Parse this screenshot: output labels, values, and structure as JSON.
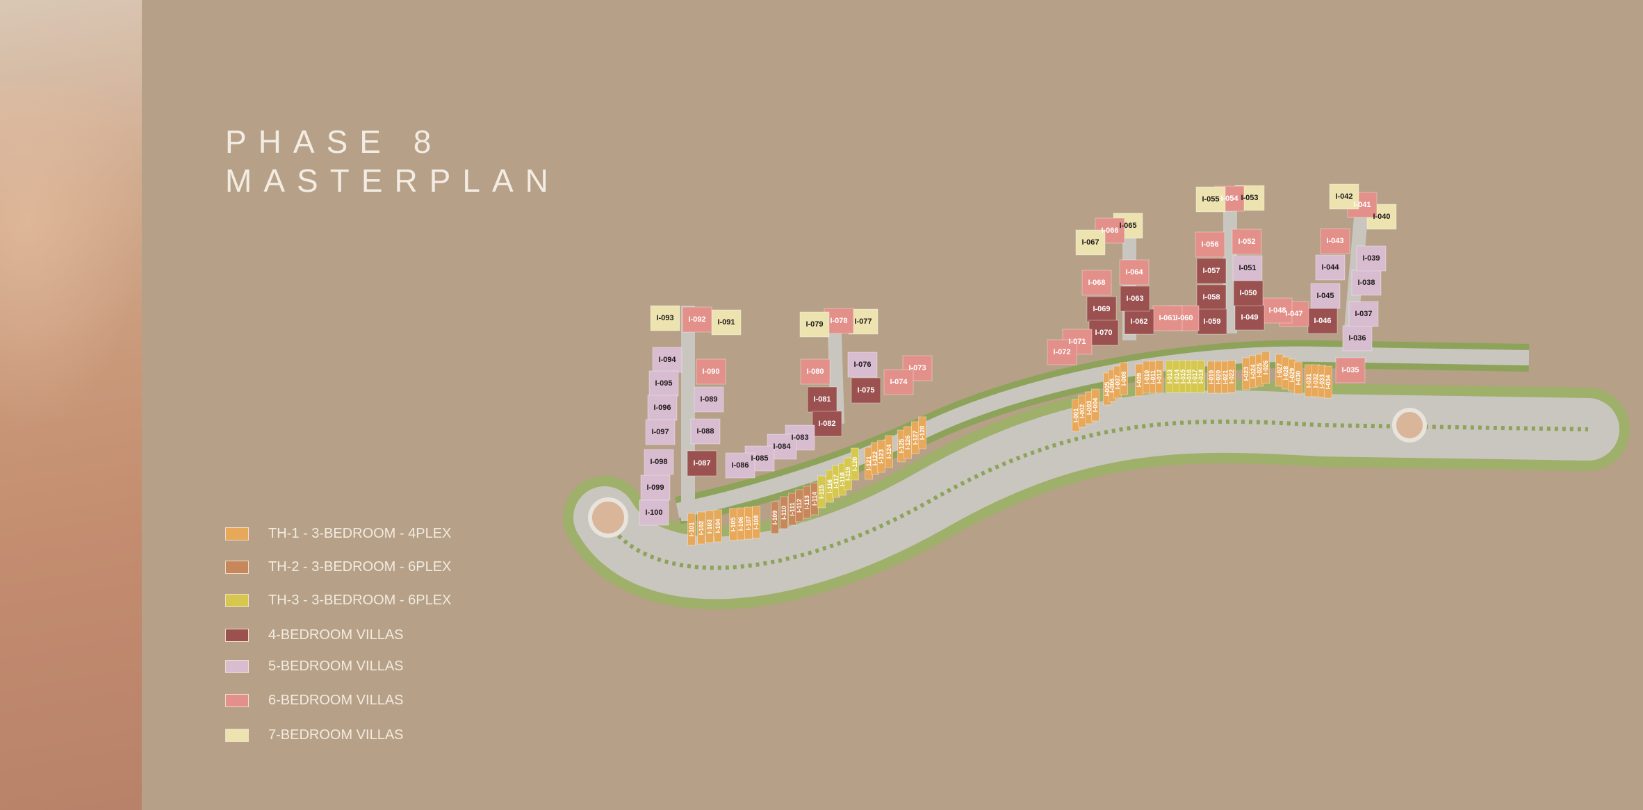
{
  "title": {
    "line1": "PHASE 8",
    "line2": "MASTERPLAN"
  },
  "legend": [
    {
      "key": "TH1",
      "label": "TH-1 - 3-BEDROOM - 4PLEX",
      "color": "#e8a85a"
    },
    {
      "key": "TH2",
      "label": "TH-2 - 3-BEDROOM - 6PLEX",
      "color": "#c8875a"
    },
    {
      "key": "TH3",
      "label": "TH-3 - 3-BEDROOM - 6PLEX",
      "color": "#d6c84e"
    },
    {
      "key": "V4",
      "label": "4-BEDROOM VILLAS",
      "color": "#9a5150"
    },
    {
      "key": "V5",
      "label": "5-BEDROOM VILLAS",
      "color": "#d8bccf"
    },
    {
      "key": "V6",
      "label": "6-BEDROOM VILLAS",
      "color": "#e3908a"
    },
    {
      "key": "V7",
      "label": "7-BEDROOM VILLAS",
      "color": "#ede3b0"
    }
  ],
  "map": {
    "road_color": "#c9c6c0",
    "green_color": "#9fb06a",
    "plots": [
      {
        "id": "I-001",
        "type": "TH1"
      },
      {
        "id": "I-002",
        "type": "TH1"
      },
      {
        "id": "I-003",
        "type": "TH1"
      },
      {
        "id": "I-004",
        "type": "TH1"
      },
      {
        "id": "I-005",
        "type": "TH1"
      },
      {
        "id": "I-006",
        "type": "TH1"
      },
      {
        "id": "I-007",
        "type": "TH1"
      },
      {
        "id": "I-008",
        "type": "TH1"
      },
      {
        "id": "I-009",
        "type": "TH1"
      },
      {
        "id": "I-010",
        "type": "TH1"
      },
      {
        "id": "I-011",
        "type": "TH1"
      },
      {
        "id": "I-012",
        "type": "TH1"
      },
      {
        "id": "I-013",
        "type": "TH3"
      },
      {
        "id": "I-014",
        "type": "TH3"
      },
      {
        "id": "I-015",
        "type": "TH3"
      },
      {
        "id": "I-016",
        "type": "TH3"
      },
      {
        "id": "I-017",
        "type": "TH3"
      },
      {
        "id": "I-018",
        "type": "TH3"
      },
      {
        "id": "I-019",
        "type": "TH1"
      },
      {
        "id": "I-020",
        "type": "TH1"
      },
      {
        "id": "I-021",
        "type": "TH1"
      },
      {
        "id": "I-022",
        "type": "TH1"
      },
      {
        "id": "I-023",
        "type": "TH1"
      },
      {
        "id": "I-024",
        "type": "TH1"
      },
      {
        "id": "I-025",
        "type": "TH1"
      },
      {
        "id": "I-026",
        "type": "TH1"
      },
      {
        "id": "I-027",
        "type": "TH1"
      },
      {
        "id": "I-028",
        "type": "TH1"
      },
      {
        "id": "I-029",
        "type": "TH1"
      },
      {
        "id": "I-030",
        "type": "TH1"
      },
      {
        "id": "I-031",
        "type": "TH1"
      },
      {
        "id": "I-032",
        "type": "TH1"
      },
      {
        "id": "I-033",
        "type": "TH1"
      },
      {
        "id": "I-034",
        "type": "TH1"
      },
      {
        "id": "I-035",
        "type": "V6"
      },
      {
        "id": "I-036",
        "type": "V5"
      },
      {
        "id": "I-037",
        "type": "V5"
      },
      {
        "id": "I-038",
        "type": "V5"
      },
      {
        "id": "I-039",
        "type": "V5"
      },
      {
        "id": "I-040",
        "type": "V7"
      },
      {
        "id": "I-041",
        "type": "V6"
      },
      {
        "id": "I-042",
        "type": "V7"
      },
      {
        "id": "I-043",
        "type": "V6"
      },
      {
        "id": "I-044",
        "type": "V5"
      },
      {
        "id": "I-045",
        "type": "V5"
      },
      {
        "id": "I-046",
        "type": "V4"
      },
      {
        "id": "I-047",
        "type": "V6"
      },
      {
        "id": "I-048",
        "type": "V6"
      },
      {
        "id": "I-049",
        "type": "V4"
      },
      {
        "id": "I-050",
        "type": "V4"
      },
      {
        "id": "I-051",
        "type": "V5"
      },
      {
        "id": "I-052",
        "type": "V6"
      },
      {
        "id": "I-053",
        "type": "V7"
      },
      {
        "id": "I-054",
        "type": "V6"
      },
      {
        "id": "I-055",
        "type": "V7"
      },
      {
        "id": "I-056",
        "type": "V6"
      },
      {
        "id": "I-057",
        "type": "V4"
      },
      {
        "id": "I-058",
        "type": "V4"
      },
      {
        "id": "I-059",
        "type": "V4"
      },
      {
        "id": "I-060",
        "type": "V6"
      },
      {
        "id": "I-061",
        "type": "V6"
      },
      {
        "id": "I-062",
        "type": "V4"
      },
      {
        "id": "I-063",
        "type": "V4"
      },
      {
        "id": "I-064",
        "type": "V6"
      },
      {
        "id": "I-065",
        "type": "V7"
      },
      {
        "id": "I-066",
        "type": "V6"
      },
      {
        "id": "I-067",
        "type": "V7"
      },
      {
        "id": "I-068",
        "type": "V6"
      },
      {
        "id": "I-069",
        "type": "V4"
      },
      {
        "id": "I-070",
        "type": "V4"
      },
      {
        "id": "I-071",
        "type": "V6"
      },
      {
        "id": "I-072",
        "type": "V6"
      },
      {
        "id": "I-073",
        "type": "V6"
      },
      {
        "id": "I-074",
        "type": "V6"
      },
      {
        "id": "I-075",
        "type": "V4"
      },
      {
        "id": "I-076",
        "type": "V5"
      },
      {
        "id": "I-077",
        "type": "V7"
      },
      {
        "id": "I-078",
        "type": "V6"
      },
      {
        "id": "I-079",
        "type": "V7"
      },
      {
        "id": "I-080",
        "type": "V6"
      },
      {
        "id": "I-081",
        "type": "V4"
      },
      {
        "id": "I-082",
        "type": "V4"
      },
      {
        "id": "I-083",
        "type": "V5"
      },
      {
        "id": "I-084",
        "type": "V5"
      },
      {
        "id": "I-085",
        "type": "V5"
      },
      {
        "id": "I-086",
        "type": "V5"
      },
      {
        "id": "I-087",
        "type": "V4"
      },
      {
        "id": "I-088",
        "type": "V5"
      },
      {
        "id": "I-089",
        "type": "V5"
      },
      {
        "id": "I-090",
        "type": "V6"
      },
      {
        "id": "I-091",
        "type": "V7"
      },
      {
        "id": "I-092",
        "type": "V6"
      },
      {
        "id": "I-093",
        "type": "V7"
      },
      {
        "id": "I-094",
        "type": "V5"
      },
      {
        "id": "I-095",
        "type": "V5"
      },
      {
        "id": "I-096",
        "type": "V5"
      },
      {
        "id": "I-097",
        "type": "V5"
      },
      {
        "id": "I-098",
        "type": "V5"
      },
      {
        "id": "I-099",
        "type": "V5"
      },
      {
        "id": "I-100",
        "type": "V5"
      },
      {
        "id": "I-101",
        "type": "TH1"
      },
      {
        "id": "I-102",
        "type": "TH1"
      },
      {
        "id": "I-103",
        "type": "TH1"
      },
      {
        "id": "I-104",
        "type": "TH1"
      },
      {
        "id": "I-105",
        "type": "TH1"
      },
      {
        "id": "I-106",
        "type": "TH1"
      },
      {
        "id": "I-107",
        "type": "TH1"
      },
      {
        "id": "I-108",
        "type": "TH1"
      },
      {
        "id": "I-109",
        "type": "TH2"
      },
      {
        "id": "I-110",
        "type": "TH2"
      },
      {
        "id": "I-111",
        "type": "TH2"
      },
      {
        "id": "I-112",
        "type": "TH2"
      },
      {
        "id": "I-113",
        "type": "TH2"
      },
      {
        "id": "I-114",
        "type": "TH2"
      },
      {
        "id": "I-115",
        "type": "TH3"
      },
      {
        "id": "I-116",
        "type": "TH3"
      },
      {
        "id": "I-117",
        "type": "TH3"
      },
      {
        "id": "I-118",
        "type": "TH3"
      },
      {
        "id": "I-119",
        "type": "TH3"
      },
      {
        "id": "I-120",
        "type": "TH3"
      },
      {
        "id": "I-121",
        "type": "TH1"
      },
      {
        "id": "I-122",
        "type": "TH1"
      },
      {
        "id": "I-123",
        "type": "TH1"
      },
      {
        "id": "I-124",
        "type": "TH1"
      },
      {
        "id": "I-125",
        "type": "TH1"
      },
      {
        "id": "I-126",
        "type": "TH1"
      },
      {
        "id": "I-127",
        "type": "TH1"
      },
      {
        "id": "I-128",
        "type": "TH1"
      }
    ]
  }
}
